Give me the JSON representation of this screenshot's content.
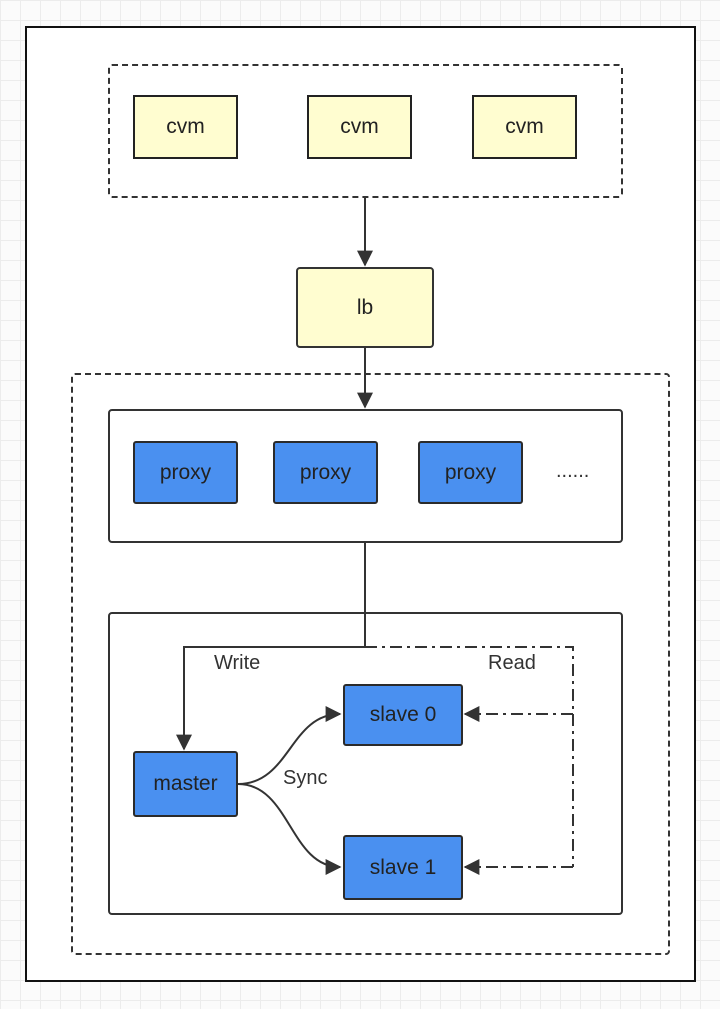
{
  "diagram": {
    "top_group": {
      "nodes": [
        "cvm",
        "cvm",
        "cvm"
      ]
    },
    "lb": {
      "label": "lb"
    },
    "proxy_group": {
      "nodes": [
        "proxy",
        "proxy",
        "proxy"
      ],
      "ellipsis": "......"
    },
    "storage_group": {
      "master": {
        "label": "master"
      },
      "slaves": [
        "slave 0",
        "slave 1"
      ],
      "edge_labels": {
        "write": "Write",
        "read": "Read",
        "sync": "Sync"
      }
    },
    "colors": {
      "cvm_fill": "#fffdd0",
      "lb_fill": "#fffdd0",
      "blue_node_fill": "#4a90f0",
      "stroke": "#333333"
    }
  }
}
